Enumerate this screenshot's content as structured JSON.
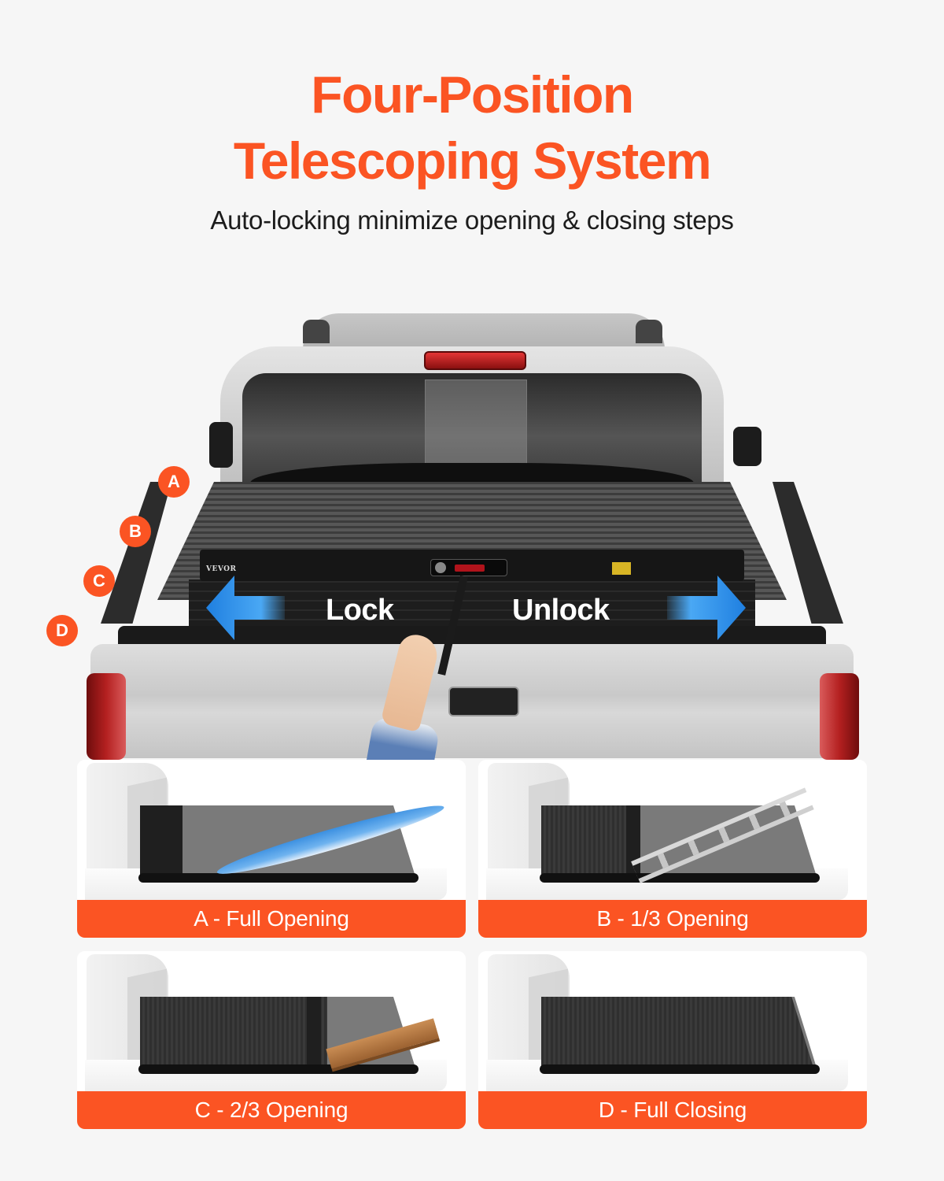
{
  "header": {
    "title_line1": "Four-Position",
    "title_line2": "Telescoping System",
    "subtitle": "Auto-locking minimize opening & closing steps"
  },
  "colors": {
    "accent": "#fb5423",
    "arrow_blue": "#2b8fe6",
    "background": "#f6f6f6",
    "caption_text": "#ffffff"
  },
  "hero": {
    "brand_mark": "VEVOR",
    "lock_label": "Lock",
    "unlock_label": "Unlock",
    "arrow_left_icon": "arrow-left-icon",
    "arrow_right_icon": "arrow-right-icon",
    "position_markers": [
      "A",
      "B",
      "C",
      "D"
    ]
  },
  "positions": [
    {
      "letter": "A",
      "caption": "A - Full Opening",
      "cargo": "surfboard",
      "open_fraction": 0
    },
    {
      "letter": "B",
      "caption": "B - 1/3 Opening",
      "cargo": "ladder",
      "open_fraction": 0.33
    },
    {
      "letter": "C",
      "caption": "C - 2/3 Opening",
      "cargo": "lumber",
      "open_fraction": 0.67
    },
    {
      "letter": "D",
      "caption": "D - Full Closing",
      "cargo": "none",
      "open_fraction": 1
    }
  ]
}
